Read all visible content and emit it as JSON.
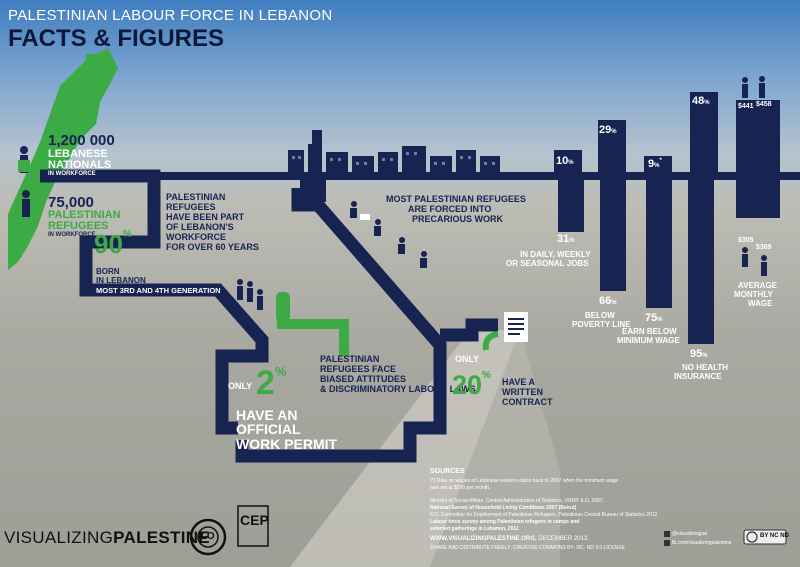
{
  "header": {
    "subtitle": "PALESTINIAN LABOUR FORCE IN LEBANON",
    "title": "FACTS & FIGURES"
  },
  "left_stats": {
    "lebanese": {
      "value": "1,200 000",
      "label_1": "LEBANESE",
      "label_2": "NATIONALS",
      "sub": "IN WORKFORCE"
    },
    "palestinian": {
      "value": "75,000",
      "label_1": "PALESTINIAN",
      "label_2": "REFUGEES",
      "sub": "IN WORKFORCE"
    }
  },
  "workforce": {
    "percent": "90",
    "symbol": "%",
    "desc": [
      "PALESTINIAN",
      "REFUGEES",
      "HAVE BEEN PART",
      "OF LEBANON'S",
      "WORKFORCE",
      "FOR OVER 60 YEARS"
    ]
  },
  "born": {
    "line_1": "BORN",
    "line_2": "IN LEBANON",
    "generation": "MOST 3RD AND 4TH GENERATION"
  },
  "permit": {
    "only": "ONLY",
    "percent": "2",
    "symbol": "%",
    "label": [
      "HAVE AN",
      "OFFICIAL",
      "WORK PERMIT"
    ]
  },
  "bias": {
    "lines": [
      "PALESTINIAN",
      "REFUGEES FACE",
      "BIASED ATTITUDES",
      "& DISCRIMINATORY LABOUR LAWS"
    ]
  },
  "precarious": {
    "lines": [
      "MOST PALESTINIAN REFUGEES",
      "ARE FORCED INTO",
      "PRECARIOUS WORK"
    ]
  },
  "contract": {
    "only": "ONLY",
    "percent": "20",
    "symbol": "%",
    "label": [
      "HAVE A",
      "WRITTEN",
      "CONTRACT"
    ]
  },
  "bars": {
    "lebanese": [
      {
        "value": "10",
        "symbol": "%"
      },
      {
        "value": "29",
        "symbol": "%"
      },
      {
        "value": "9",
        "symbol": "%",
        "note": "*"
      },
      {
        "value": "48",
        "symbol": "%"
      }
    ],
    "palestinian": [
      {
        "value": "31",
        "symbol": "%",
        "label": [
          "IN DAILY, WEEKLY",
          "OR SEASONAL JOBS"
        ]
      },
      {
        "value": "66",
        "symbol": "%",
        "label": [
          "BELOW",
          "POVERTY LINE"
        ]
      },
      {
        "value": "75",
        "symbol": "%",
        "label": [
          "EARN BELOW",
          "MINIMUM WAGE"
        ]
      },
      {
        "value": "95",
        "symbol": "%",
        "label": [
          "NO HEALTH",
          "INSURANCE"
        ]
      }
    ]
  },
  "wages": {
    "lebanese": [
      "$441",
      "$458"
    ],
    "palestinian": [
      "$305",
      "$369"
    ],
    "label": [
      "AVERAGE",
      "MONTHLY",
      "WAGE"
    ]
  },
  "sources": {
    "title": "SOURCES",
    "note": [
      "(*) Data on wages of Lebanese workers dates back to 2007 when the minimum wage",
      "was set at $200 per month."
    ],
    "lines": [
      "Ministry of Social Affairs, Central Administration of Statistics, UNDP, ILO, 2007.",
      "National Survey of Household Living Conditions 2007 (Beirut)",
      "ILO, Committee for Employment of Palestinian Refugees, Palestinian Central Bureau of Statistics 2012.",
      "Labour force survey among Palestinian refugees in camps and",
      "selected gatherings in Lebanon, 2011"
    ]
  },
  "footer": {
    "website": "WWW.VISUALIZINGPALESTINE.ORG,",
    "date": " DECEMBER 2013.",
    "license": "SHARE AND DISTRIBUTE FREELY: CREATIVE COMMONS BY- NC- ND 3.0 LICENSE",
    "twitter": "@visualizingpal",
    "facebook": "fb.com/visualizingpalestine"
  },
  "brand": {
    "part_1": "VISUALIZING",
    "part_2": "PALESTINE",
    "ilo": "ILO",
    "cep": "CEP",
    "cc": "BY NC ND"
  },
  "colors": {
    "navy": "#172452",
    "green": "#3dab45",
    "sky": "#3f7ec0",
    "ground": "#a8a7a0"
  }
}
